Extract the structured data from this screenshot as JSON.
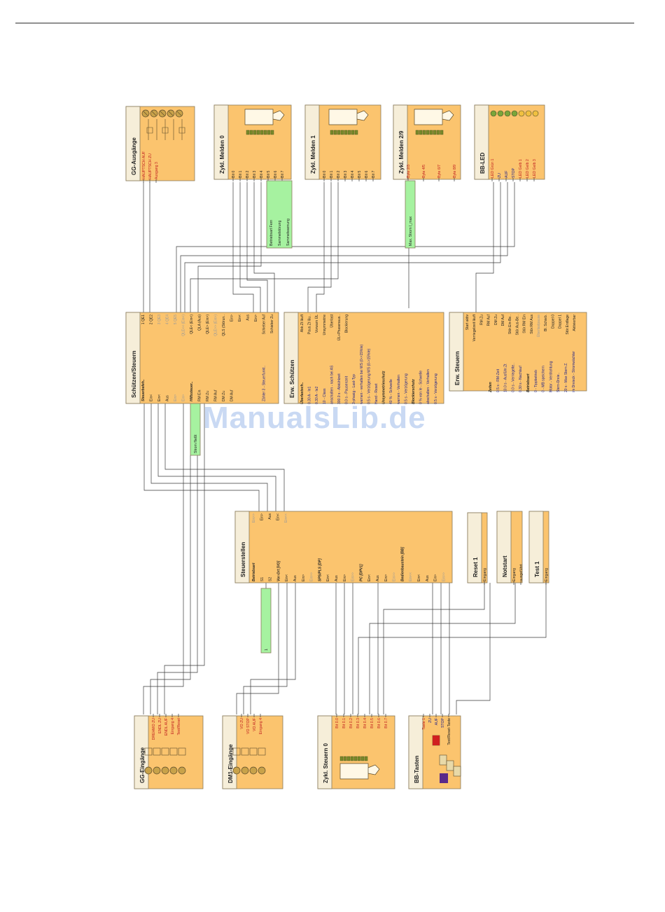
{
  "watermark": "ManualsLib.de",
  "colors": {
    "block_fill": "#fbc46e",
    "block_stroke": "#8a7a5a",
    "header_fill": "#f6eed9",
    "green_fill": "#a6f2a0",
    "line_color": "#3a3a3a",
    "port_red": "#c02020",
    "port_grey": "#9a9a9a",
    "port_dark": "#202020",
    "port_blue": "#23238a"
  },
  "blocks": {
    "gg_ausgaenge": {
      "title": "GG-Ausgänge",
      "ports": [
        "HAUPTSCH AUF",
        "HAUPTSCH ZU",
        "Ausgang 3"
      ]
    },
    "zykl_melden_0": {
      "title": "Zykl. Melden 0",
      "ports": [
        "Bit 0",
        "Bit 1",
        "Bit 2",
        "Bit 3",
        "Bit 4",
        "Bit 5",
        "Bit 6",
        "Bit 7"
      ]
    },
    "zykl_melden_1": {
      "title": "Zykl. Melden 1",
      "ports": [
        "Bit 0",
        "Bit 1",
        "Bit 2",
        "Bit 3",
        "Bit 4",
        "Bit 5",
        "Bit 6",
        "Bit 7"
      ]
    },
    "zykl_melden_29": {
      "title": "Zykl. Melden 2/9",
      "ports": [
        "Byte 2/3",
        "Byte 4/5",
        "Byte 6/7",
        "Byte 8/9"
      ]
    },
    "bb_led": {
      "title": "BB-LED",
      "ports": [
        "LED Grün 1",
        "ZU",
        "AUF",
        "STOP",
        "LED Gelb 1",
        "LED Gelb 2",
        "LED Gelb 3"
      ]
    },
    "schuetzen_steuern": {
      "title": "Schützen/Steuern",
      "left": [
        "Steuerbefeh..",
        "Ein<",
        "Ein<",
        "Aus",
        "Ein>",
        "Ein>",
        "Hilfssteuer..",
        "RM Ein",
        "RM Zu",
        "RM Auf",
        "DM Zu",
        "DM Auf",
        "",
        "",
        "",
        "Zähler 3 - Steuerfunkt.."
      ],
      "right": [
        "1 QE1",
        "2 QE2",
        "3 QE3",
        "4 QE4",
        "5 QE5",
        "QLE<< (Ein<)",
        "QLE< (Ein<)",
        "QLA (Aus)",
        "QLE> (Ein>)",
        "QLE>> (Ein>)",
        "QLS (Störun..",
        "Ein>",
        "Ein<",
        "Aus",
        "Ein>",
        "Schieber Auf",
        "Schieber Zu"
      ]
    },
    "erw_schuetzen": {
      "title": "Erw. Schützen",
      "params": [
        "Überlastsch..",
        "0.30 A - Ie1",
        "0.30 A - Ie2",
        "10 - Class",
        "anschalten - nach bei AS",
        "300.0 s - Abkühlzeit",
        "0.0 s - Pausenzeit",
        "3-phasig - Last-Typ",
        "warnen - verhalten bei WS (0->15%Ie)",
        "0.5 s - Verzögerung WS (0->15%Ie)",
        "Hand - Reset",
        "Unsymmetrieschutz",
        "40 % - Schwelle",
        "warnen - Verhalten",
        "0.5 s - Verzögerung",
        "Blockierschutz",
        "0 % von Ie - Schwelle",
        "abschalten - Verhalten",
        "0.5 s - Verzögerung"
      ],
      "right": [
        "Abk.Zt läuft",
        "Paus.Zt läu..",
        "Vorwarn ÜL",
        "Unsymmetrie",
        "Überlast",
        "ÜL+Phasenaus..",
        "Blockierung"
      ]
    },
    "erw_steuern": {
      "title": "Erw. Steuern",
      "params": [
        "Zeiten",
        "0.5 s - RM-Zeit",
        "10.0 s - Ausführ.Zt",
        "0.0 s - Verriegelte..",
        "0.30 s - Nachlauf",
        "Betriebsart",
        "0 - Tippbetrieb",
        "0 - MB speichern",
        "Motor - Verdrahtung",
        "Stern-Dreie..",
        "20 s - Max Stern Z.",
        "im Dreieck - Stromwächter"
      ],
      "right": [
        "Start aktiv",
        "Verriegelzeit läuft",
        "RM Zu",
        "RM Auf",
        "DM Zu",
        "DM Auf",
        "Stör.Ein-Be..",
        "Stör.Aus-Be..",
        "Stör.RM Ein",
        "Stör.RM Aus",
        "Überlastpause",
        "Bl. Schieb.",
        "Doppel 0",
        "Doppel 1",
        "Stör.Endlage",
        "Aktivierbar"
      ]
    },
    "steuerstellen": {
      "title": "Steuerstellen",
      "top": [
        "Ein>>",
        "Ein>",
        "Aus",
        "Ein<",
        "Ein<<"
      ],
      "ports": [
        "Betriebsart",
        "S1",
        "S2",
        "Vor-Ort [VO]",
        "Ein<",
        "Aus",
        "Ein>",
        "Ein>>",
        "SPS/PLS [DP]",
        "Ein<",
        "Aus",
        "Ein>",
        "Ein>>",
        "PC [DPV1]",
        "Ein<",
        "Aus",
        "Ein>",
        "Ein>>",
        "Bedienbaustein [BB]",
        "Ein<<",
        "Ein<",
        "Aus",
        "Ein>",
        "Ein>>"
      ]
    },
    "reset_1": {
      "title": "Reset 1",
      "ports": [
        "Eingang"
      ]
    },
    "notstart": {
      "title": "Notstart",
      "ports": [
        "Eingang",
        "ausgeführt"
      ]
    },
    "test_1": {
      "title": "Test 1",
      "ports": [
        "Eingang"
      ]
    },
    "gg_eingaenge": {
      "title": "GG-Eingänge",
      "ports": [
        "DREHMO ZU",
        "ENDL ZU",
        "ENDL AUF",
        "Eingang 4",
        "Test/Reset"
      ]
    },
    "dm1_eingaenge": {
      "title": "DM1-Eingänge",
      "ports": [
        "VO ZU",
        "VO STOP",
        "VO AUF",
        "Eingang 4"
      ]
    },
    "zykl_steuern_0": {
      "title": "Zykl. Steuern 0",
      "ports": [
        "Bit 0.0",
        "Bit 0.1",
        "Bit 0.2",
        "Bit 0.3",
        "Bit 0.4",
        "Bit 0.5",
        "Bit 0.6",
        "Bit 0.7"
      ]
    },
    "bb_tasten": {
      "title": "BB-Tasten",
      "ports": [
        "Taste 1",
        "ZU",
        "AUF",
        "STOP",
        "Test/Reset-Taste"
      ]
    }
  },
  "green_labels": {
    "melden0": [
      "Betriebsart Fern",
      "Sammelstörung",
      "Sammelwarnung"
    ],
    "melden29": [
      "Max. Strom I_max"
    ],
    "strom": [
      "Strom fließt"
    ],
    "one": [
      "1"
    ]
  }
}
